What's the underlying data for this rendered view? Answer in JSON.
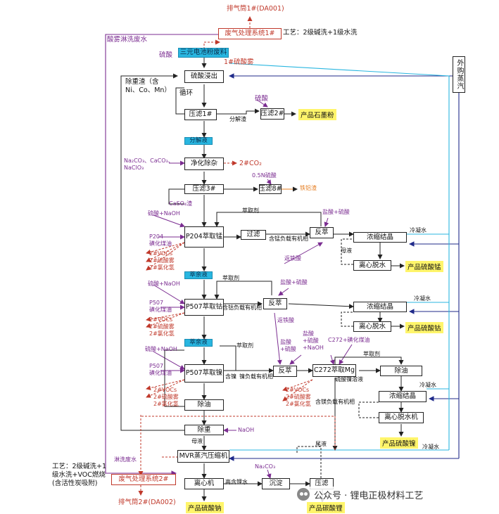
{
  "exhaust": {
    "stack1": "排气筒1#(DA001)",
    "system1": "废气处理系统1#",
    "process1": "工艺：2级碱洗+1级水洗",
    "stack2": "排气筒2#(DA002)",
    "system2": "废气处理系统2#",
    "process2": "工艺：2级碱洗+1\n级水洗+VOC燃烧\n(含活性炭吸附)",
    "spray_water_top": "酸雾淋洗废水",
    "spray_water_bottom": "淋洗废水"
  },
  "steam": {
    "purchased": "外购蒸汽"
  },
  "leach": {
    "raw": "三元电池粉废料",
    "acid": "硫酸",
    "mist": "1#硫酸雾",
    "box": "硫酸浸出",
    "residue": "除重渣（含\nNi、Co、Mn）",
    "recycle": "循环"
  },
  "filter1": {
    "box": "压滤1#",
    "acid": "硫酸",
    "decomp": "分解渣",
    "box2": "压滤2#",
    "product": "产品石墨粉",
    "liquid": "分解液"
  },
  "purify": {
    "reagents": "Na₂CO₃、CaCO₃、\nNaClO₃",
    "box": "净化除杂",
    "co2": "2#CO₂",
    "box3": "压滤3#",
    "naoh": "0.5N硫酸",
    "box8": "压滤8#",
    "iron": "铁铝渣",
    "caso4": "CaSO₄渣"
  },
  "p204": {
    "reagent": "硫酸+NaOH",
    "extractant": "P204\n磺化煤油",
    "box": "P204萃取锰",
    "voc": "2#VOCs\n2#硫酸雾\n2#氯化氢",
    "extract": "萃取剂",
    "filter": "过滤",
    "loaded": "含锰负载有机相",
    "strip": "反萃",
    "strip_reagent": "盐酸+硫酸",
    "raffinate": "萃余液"
  },
  "mn": {
    "evap": "浓缩结晶",
    "condensate": "冷凝水",
    "mother": "母液",
    "dewater": "离心脱水",
    "product": "产品硫酸锰"
  },
  "p507co": {
    "reagent": "硫酸+NaOH",
    "extractant": "P507\n磺化煤油",
    "box": "P507萃取钴",
    "voc": "2#VOCs\n2#硫酸雾\n2#氯化氢",
    "extract": "萃取剂",
    "loaded": "含钴负载有机相",
    "strip": "反萃",
    "strip_reagent": "盐酸+硫酸",
    "back_iron": "返铁酸",
    "back_iron2": "返铁酸",
    "raffinate": "萃余液"
  },
  "co": {
    "evap": "浓缩结晶",
    "condensate": "冷凝水",
    "dewater": "离心脱水",
    "product": "产品硫酸钴"
  },
  "p507ni": {
    "reagent": "硫酸+NaOH",
    "extractant": "P507\n磺化煤油",
    "box": "P507萃取镍",
    "voc": "2#VOCs\n2#硫酸雾\n2#氯化氢",
    "extract": "萃取剂",
    "loaded": "镍负载有机相",
    "strip": "反萃",
    "strip_reagent": "盐酸\n+硫酸",
    "deoil": "除油",
    "contain": "含镍"
  },
  "c272": {
    "reagent": "盐酸\n+硫酸\n+NaOH",
    "extractant": "C272+磺化煤油",
    "box": "C272萃取Mg",
    "extract": "萃取剂",
    "liquid": "硫酸镍溶液",
    "deoil": "除油",
    "voc": "2#VOCs\n2#硫酸雾\n2#氯化氢",
    "loaded": "含镁负载有机相"
  },
  "ni": {
    "evap": "浓缩结晶",
    "condensate": "冷凝水",
    "dewater": "离心脱水机",
    "product": "产品硫酸镍"
  },
  "bottom": {
    "deheavy": "除重",
    "naoh": "NaOH",
    "mother": "母液",
    "mvr": "MVR蒸汽压缩机",
    "condensate": "冷凝水",
    "waste": "尾液",
    "centrifuge": "离心机",
    "high_salt": "高含锂水",
    "na2co3": "Na₂CO₃",
    "precip": "沉淀",
    "press": "压滤",
    "product_na": "产品硫酸钠",
    "product_li": "产品碳酸锂"
  },
  "watermark": "公众号 · 锂电正极材料工艺",
  "colors": {
    "purple": "#7b2d91",
    "red": "#c0392b",
    "cyan": "#29b6e0",
    "blue": "#1f2a8a",
    "highlight": "#fff56b",
    "orange": "#e67e22"
  }
}
